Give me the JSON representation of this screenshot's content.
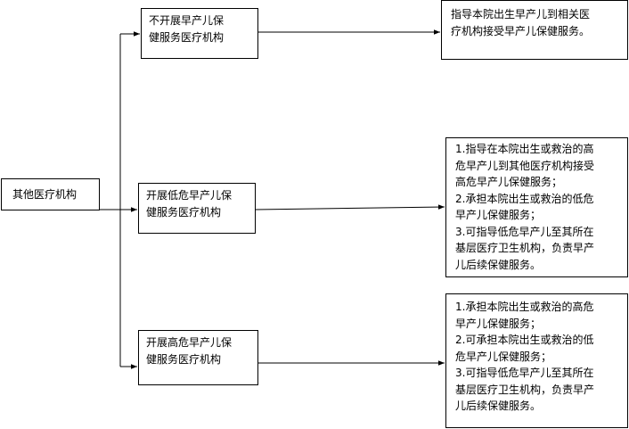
{
  "root": {
    "label": "其他医疗机构"
  },
  "branches": [
    {
      "category": [
        "不开展早产儿保",
        "健服务医疗机构"
      ],
      "actions": [
        "指导本院出生早产儿到相关医",
        "疗机构接受早产儿保健服务。"
      ]
    },
    {
      "category": [
        "开展低危早产儿保",
        "健服务医疗机构"
      ],
      "actions": [
        "1.指导在本院出生或救治的高",
        "危早产儿到其他医疗机构接受",
        "高危早产儿保健服务；",
        "2.承担本院出生或救治的低危",
        "早产儿保健服务；",
        "3.可指导低危早产儿至其所在",
        "基层医疗卫生机构，负责早产",
        "儿后续保健服务。"
      ]
    },
    {
      "category": [
        "开展高危早产儿保",
        "健服务医疗机构"
      ],
      "actions": [
        "1.承担本院出生或救治的高危",
        "早产儿保健服务；",
        "2.可承担本院出生或救治的低",
        "危早产儿保健服务；",
        "3.可指导低危早产儿至其所在",
        "基层医疗卫生机构，负责早产",
        "儿后续保健服务。"
      ]
    }
  ],
  "colors": {
    "line": "#000000",
    "background": "#ffffff"
  }
}
